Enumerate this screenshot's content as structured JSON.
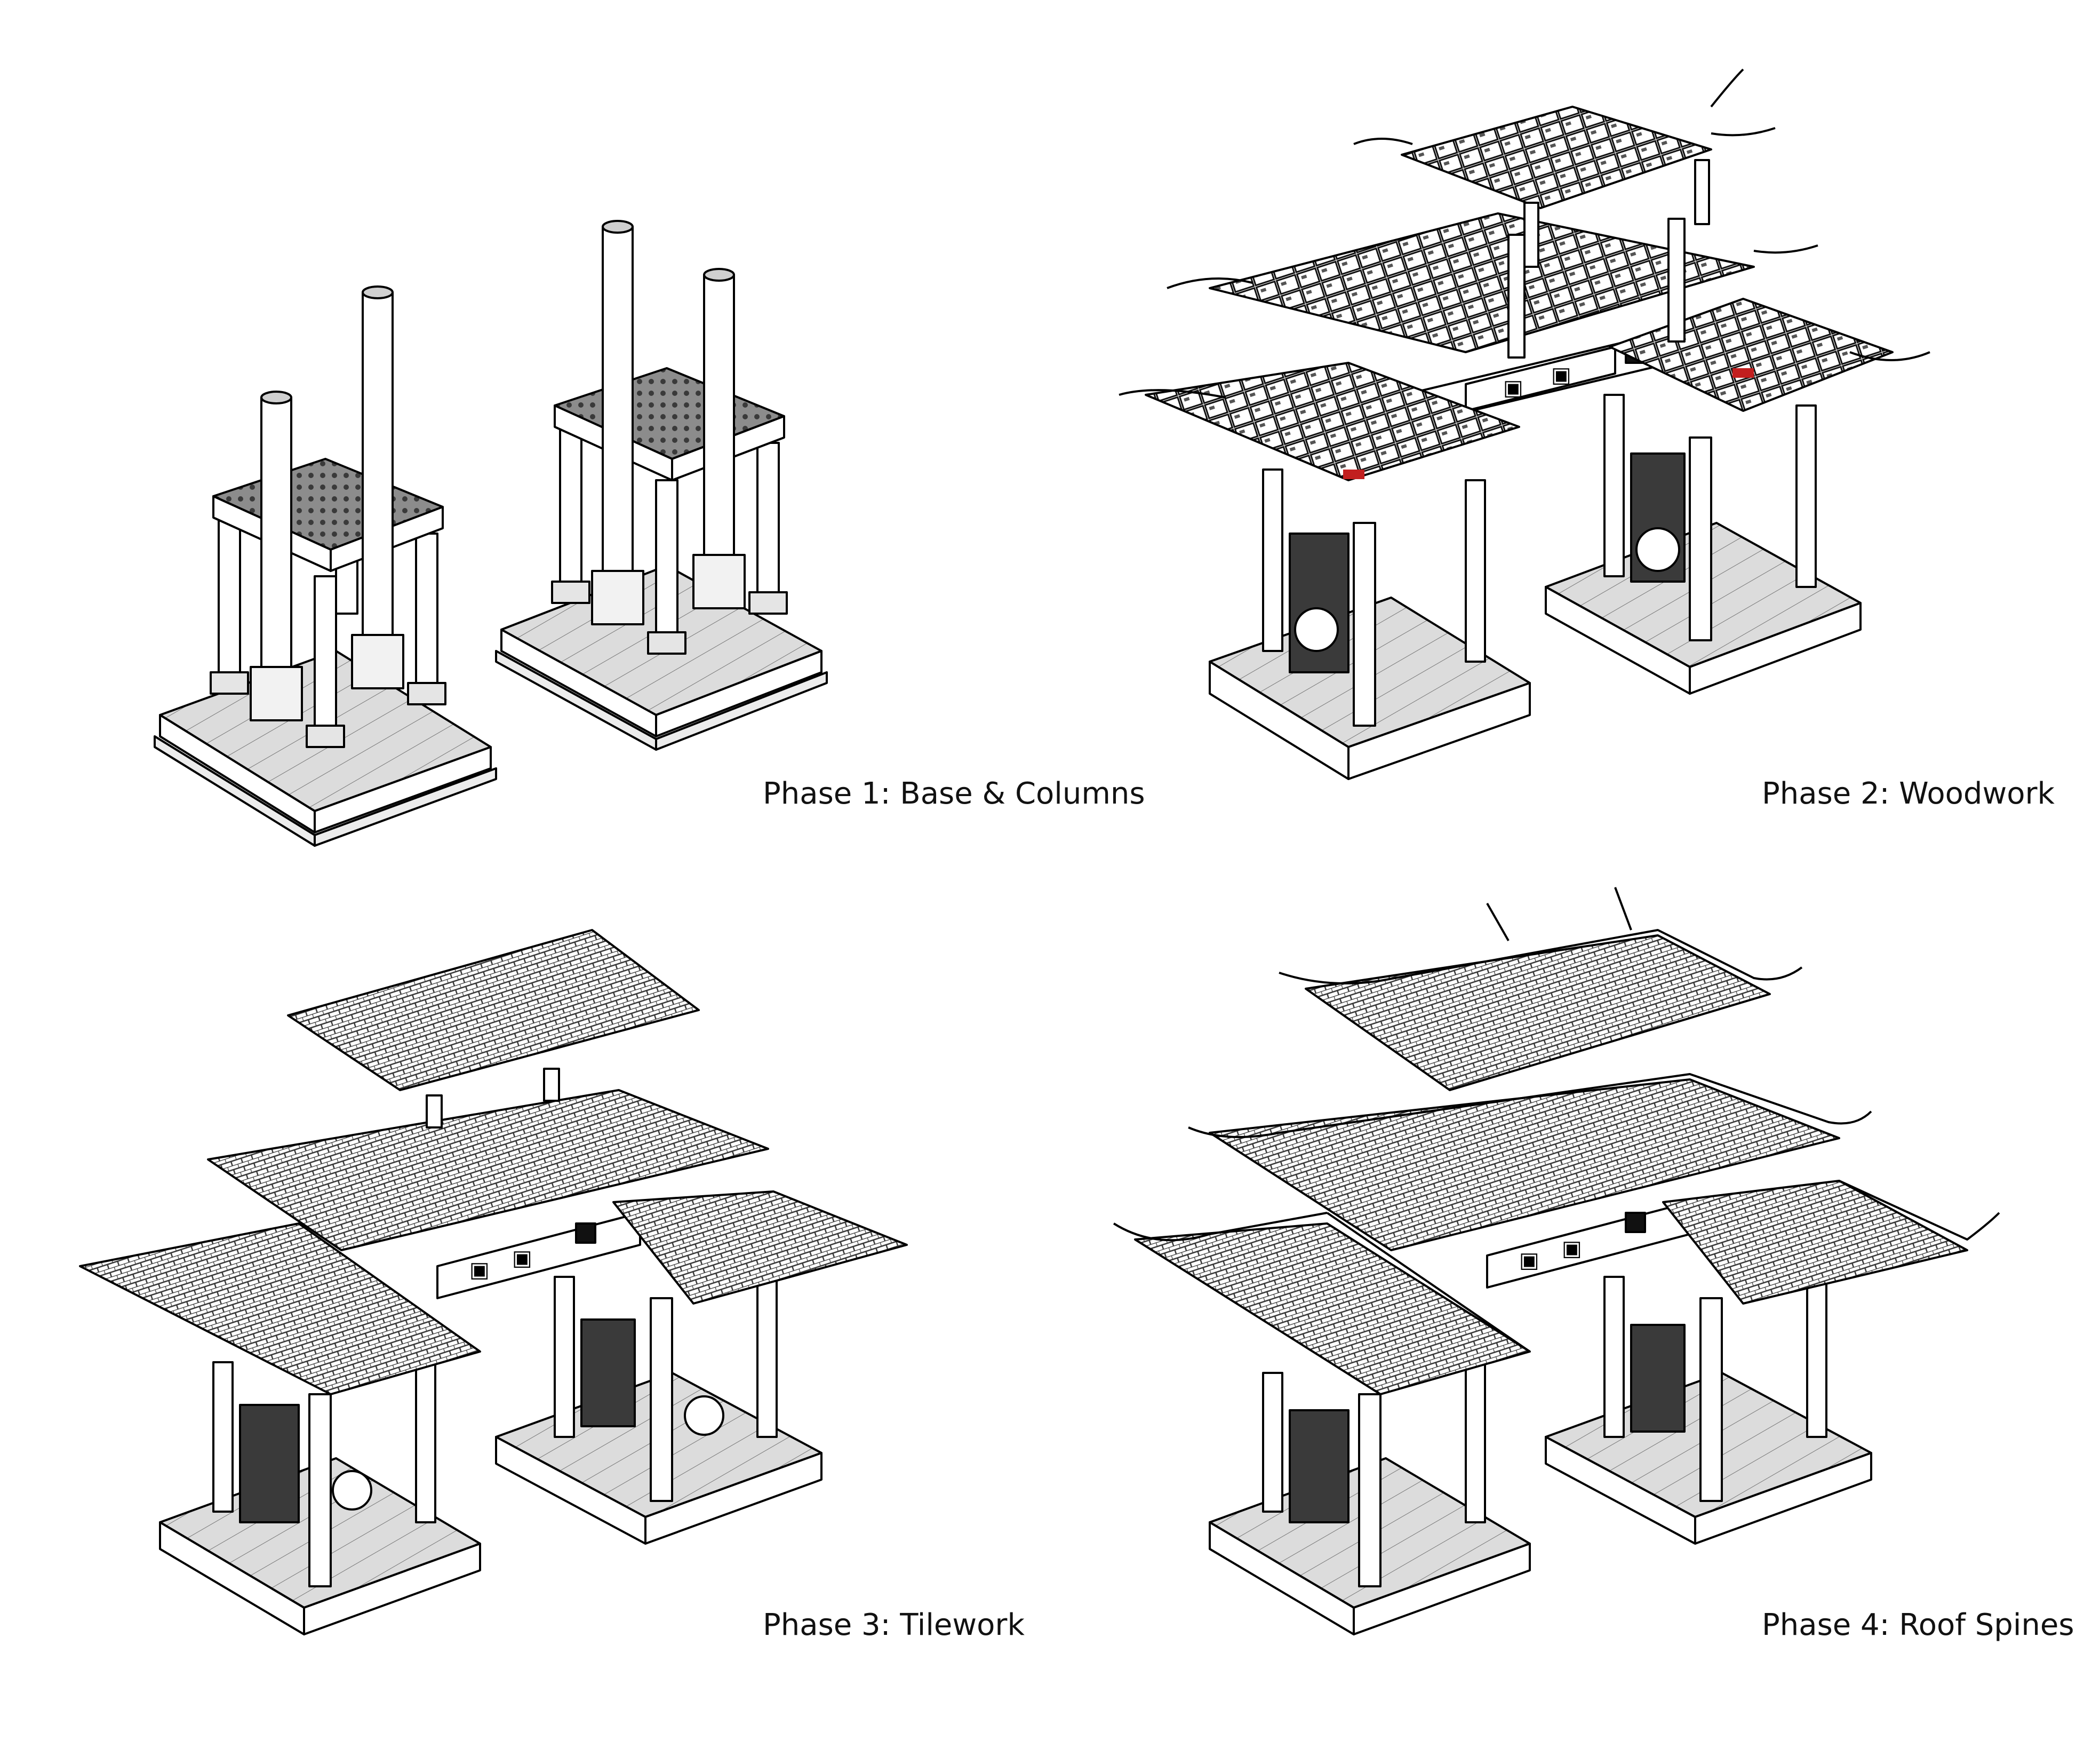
{
  "phases": [
    {
      "caption": "Phase 1: Base & Columns"
    },
    {
      "caption": "Phase 2: Woodwork"
    },
    {
      "caption": "Phase 3: Tilework"
    },
    {
      "caption": "Phase 4: Roof Spines"
    }
  ],
  "colors": {
    "line": "#000000",
    "fill": "#ffffff",
    "floor": "#d9d9d9",
    "tile": "#9a9a9a",
    "accent": "#c21f1f"
  }
}
